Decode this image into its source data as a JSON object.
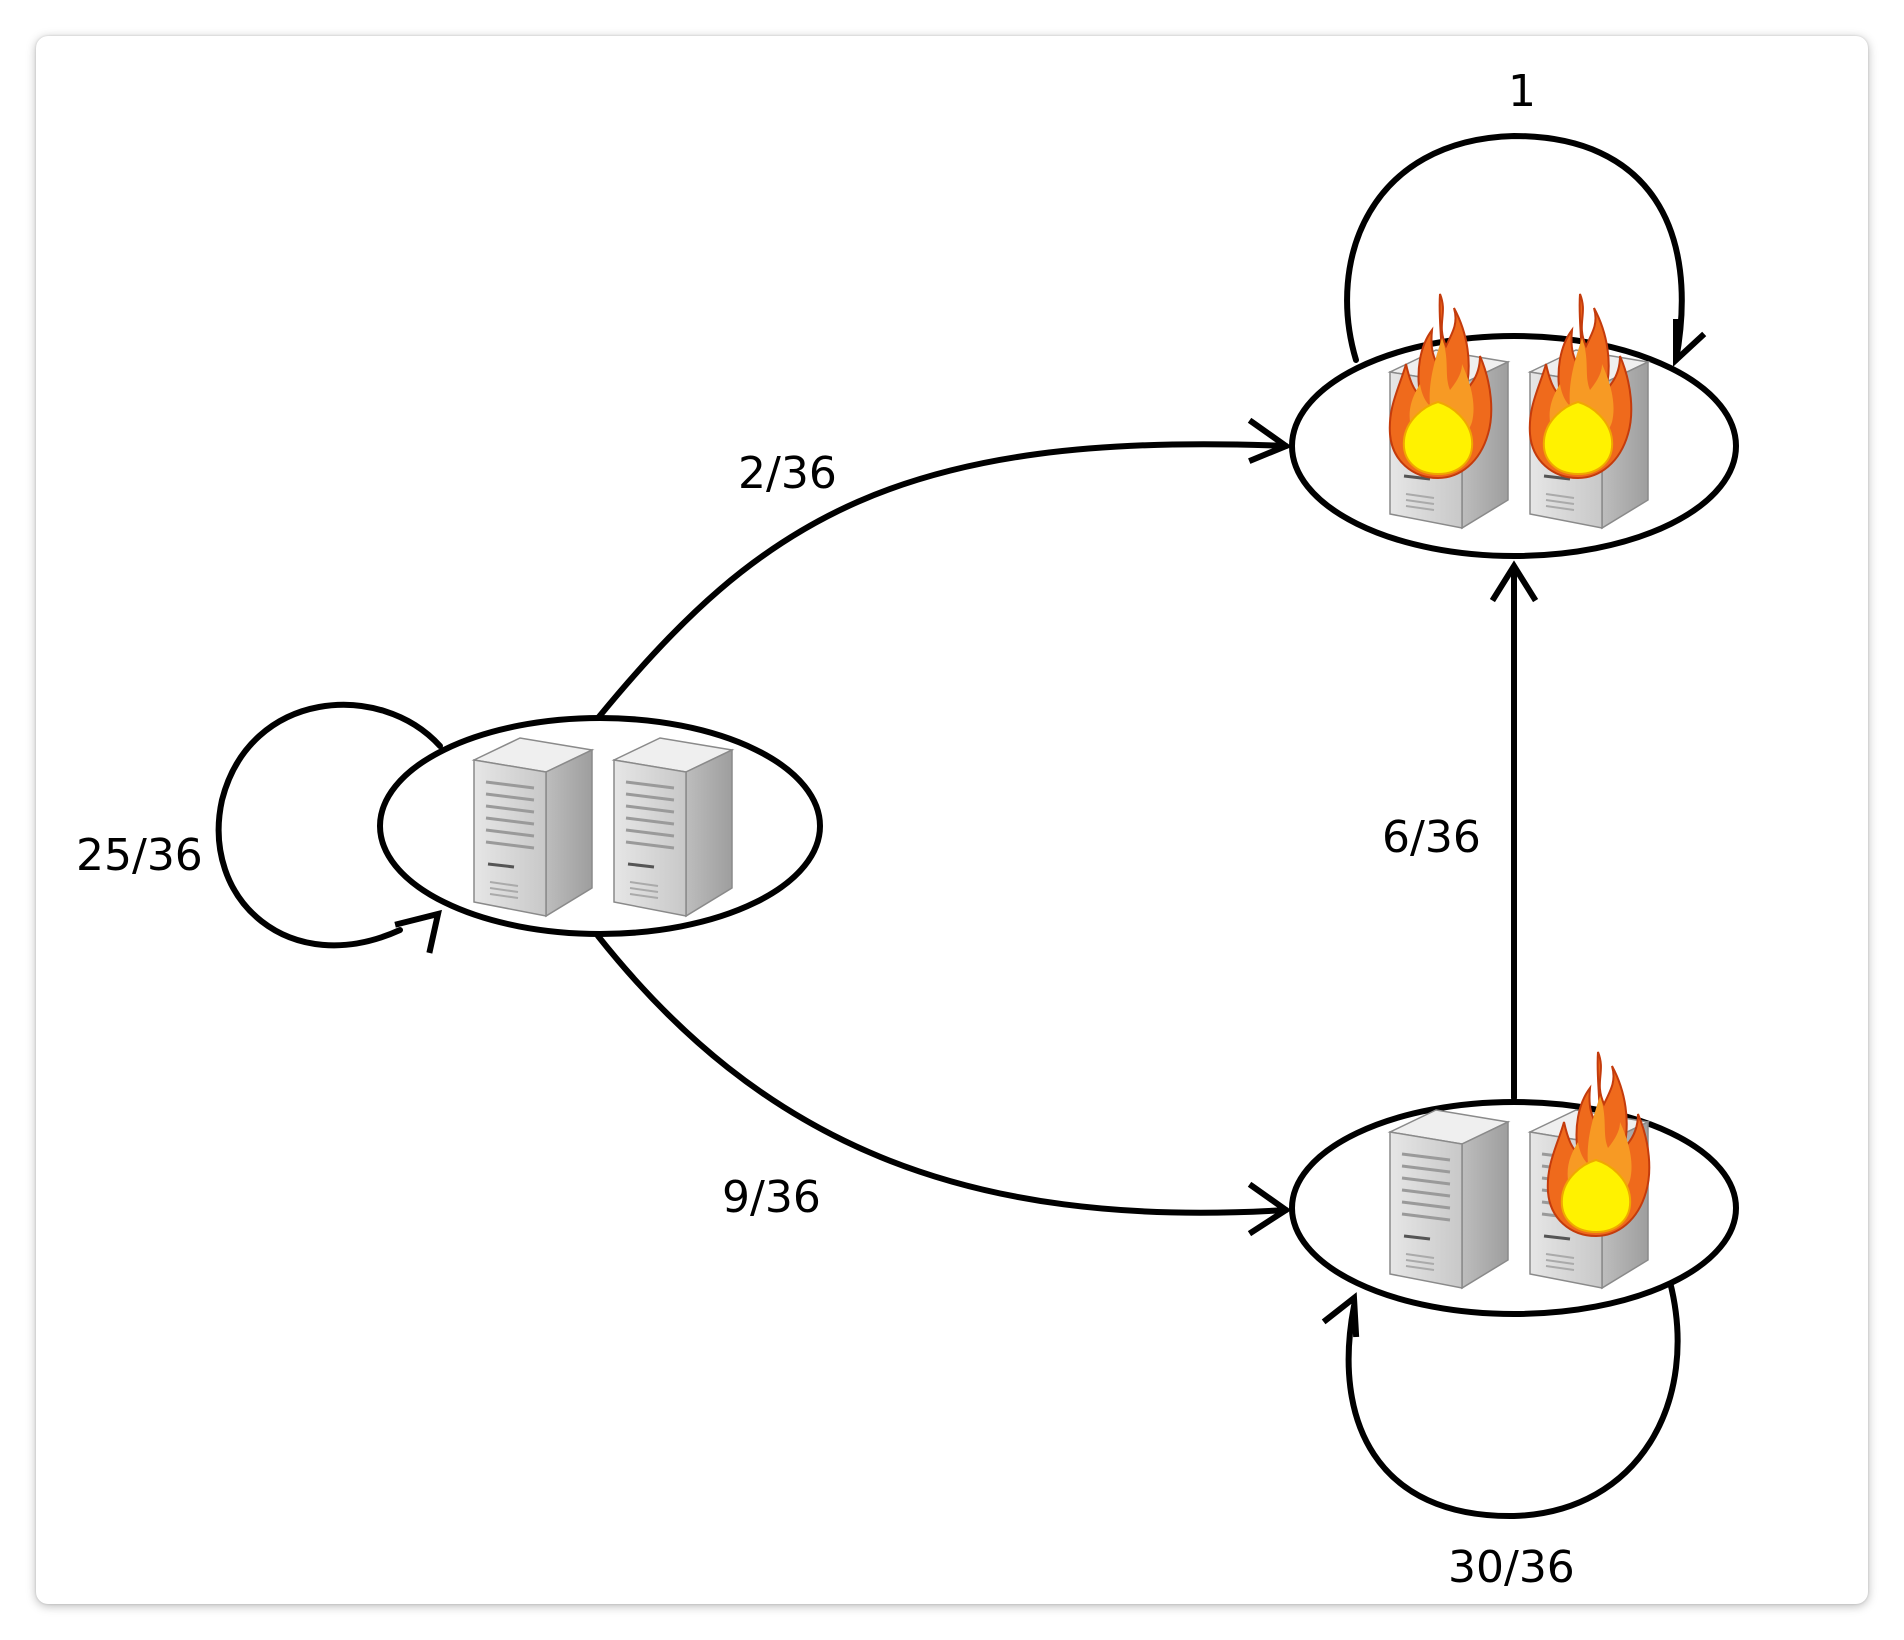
{
  "states": [
    {
      "id": "both-ok",
      "label": "",
      "servers": [
        "ok",
        "ok"
      ]
    },
    {
      "id": "one-burning",
      "label": "",
      "servers": [
        "ok",
        "burning"
      ]
    },
    {
      "id": "both-burning",
      "label": "",
      "servers": [
        "burning",
        "burning"
      ]
    }
  ],
  "transitions": [
    {
      "from": "both-ok",
      "to": "both-ok",
      "label": "25/36"
    },
    {
      "from": "both-ok",
      "to": "both-burning",
      "label": "2/36"
    },
    {
      "from": "both-ok",
      "to": "one-burning",
      "label": "9/36"
    },
    {
      "from": "one-burning",
      "to": "both-burning",
      "label": "6/36"
    },
    {
      "from": "one-burning",
      "to": "one-burning",
      "label": "30/36"
    },
    {
      "from": "both-burning",
      "to": "both-burning",
      "label": "1"
    }
  ],
  "icons": {
    "server": "server-icon",
    "fire": "fire-icon"
  },
  "colors": {
    "server_body": "#d6d6d6",
    "fire_outer": "#f06a1a",
    "fire_inner": "#fff200"
  }
}
